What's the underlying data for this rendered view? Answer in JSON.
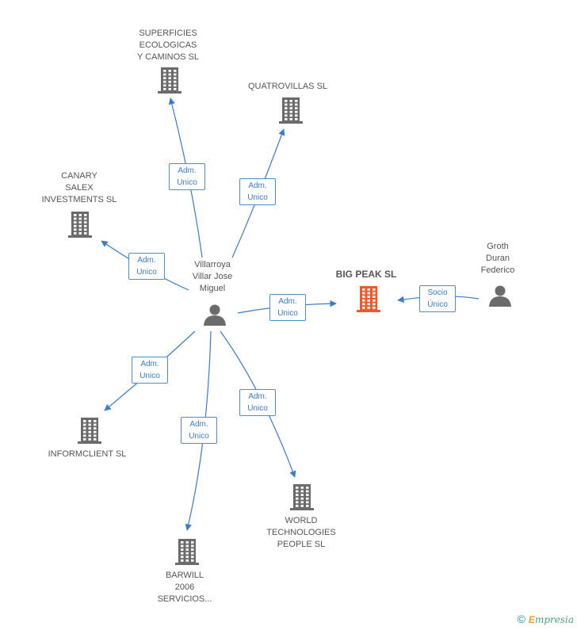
{
  "colors": {
    "edge": "#3a7cc8",
    "company": "#6b6b6b",
    "focus": "#f05a28",
    "person": "#6b6b6b"
  },
  "nodes": {
    "superficies": {
      "label": "SUPERFICIES\nECOLOGICAS\nY CAMINOS  SL",
      "icon": "building-icon"
    },
    "quatrovillas": {
      "label": "QUATROVILLAS SL",
      "icon": "building-icon"
    },
    "canary": {
      "label": "CANARY\nSALEX\nINVESTMENTS SL",
      "icon": "building-icon"
    },
    "villarroya": {
      "label": "Villarroya\nVillar Jose\nMiguel",
      "icon": "person-icon"
    },
    "bigpeak": {
      "label": "BIG PEAK SL",
      "icon": "building-icon"
    },
    "groth": {
      "label": "Groth\nDuran\nFederico",
      "icon": "person-icon"
    },
    "informclient": {
      "label": "INFORMCLIENT SL",
      "icon": "building-icon"
    },
    "barwill": {
      "label": "BARWILL\n2006\nSERVICIOS...",
      "icon": "building-icon"
    },
    "world": {
      "label": "WORLD\nTECHNOLOGIES\nPEOPLE SL",
      "icon": "building-icon"
    }
  },
  "edges": {
    "superficies": {
      "label": "Adm.\nUnico"
    },
    "quatrovillas": {
      "label": "Adm.\nUnico"
    },
    "canary": {
      "label": "Adm.\nUnico"
    },
    "bigpeak": {
      "label": "Adm.\nUnico"
    },
    "groth": {
      "label": "Socio\nÚnico"
    },
    "informclient": {
      "label": "Adm.\nUnico"
    },
    "barwill": {
      "label": "Adm.\nUnico"
    },
    "world": {
      "label": "Adm.\nUnico"
    }
  },
  "footer": {
    "copyright": "©",
    "brand_initial": "E",
    "brand_rest": "mpresia"
  }
}
